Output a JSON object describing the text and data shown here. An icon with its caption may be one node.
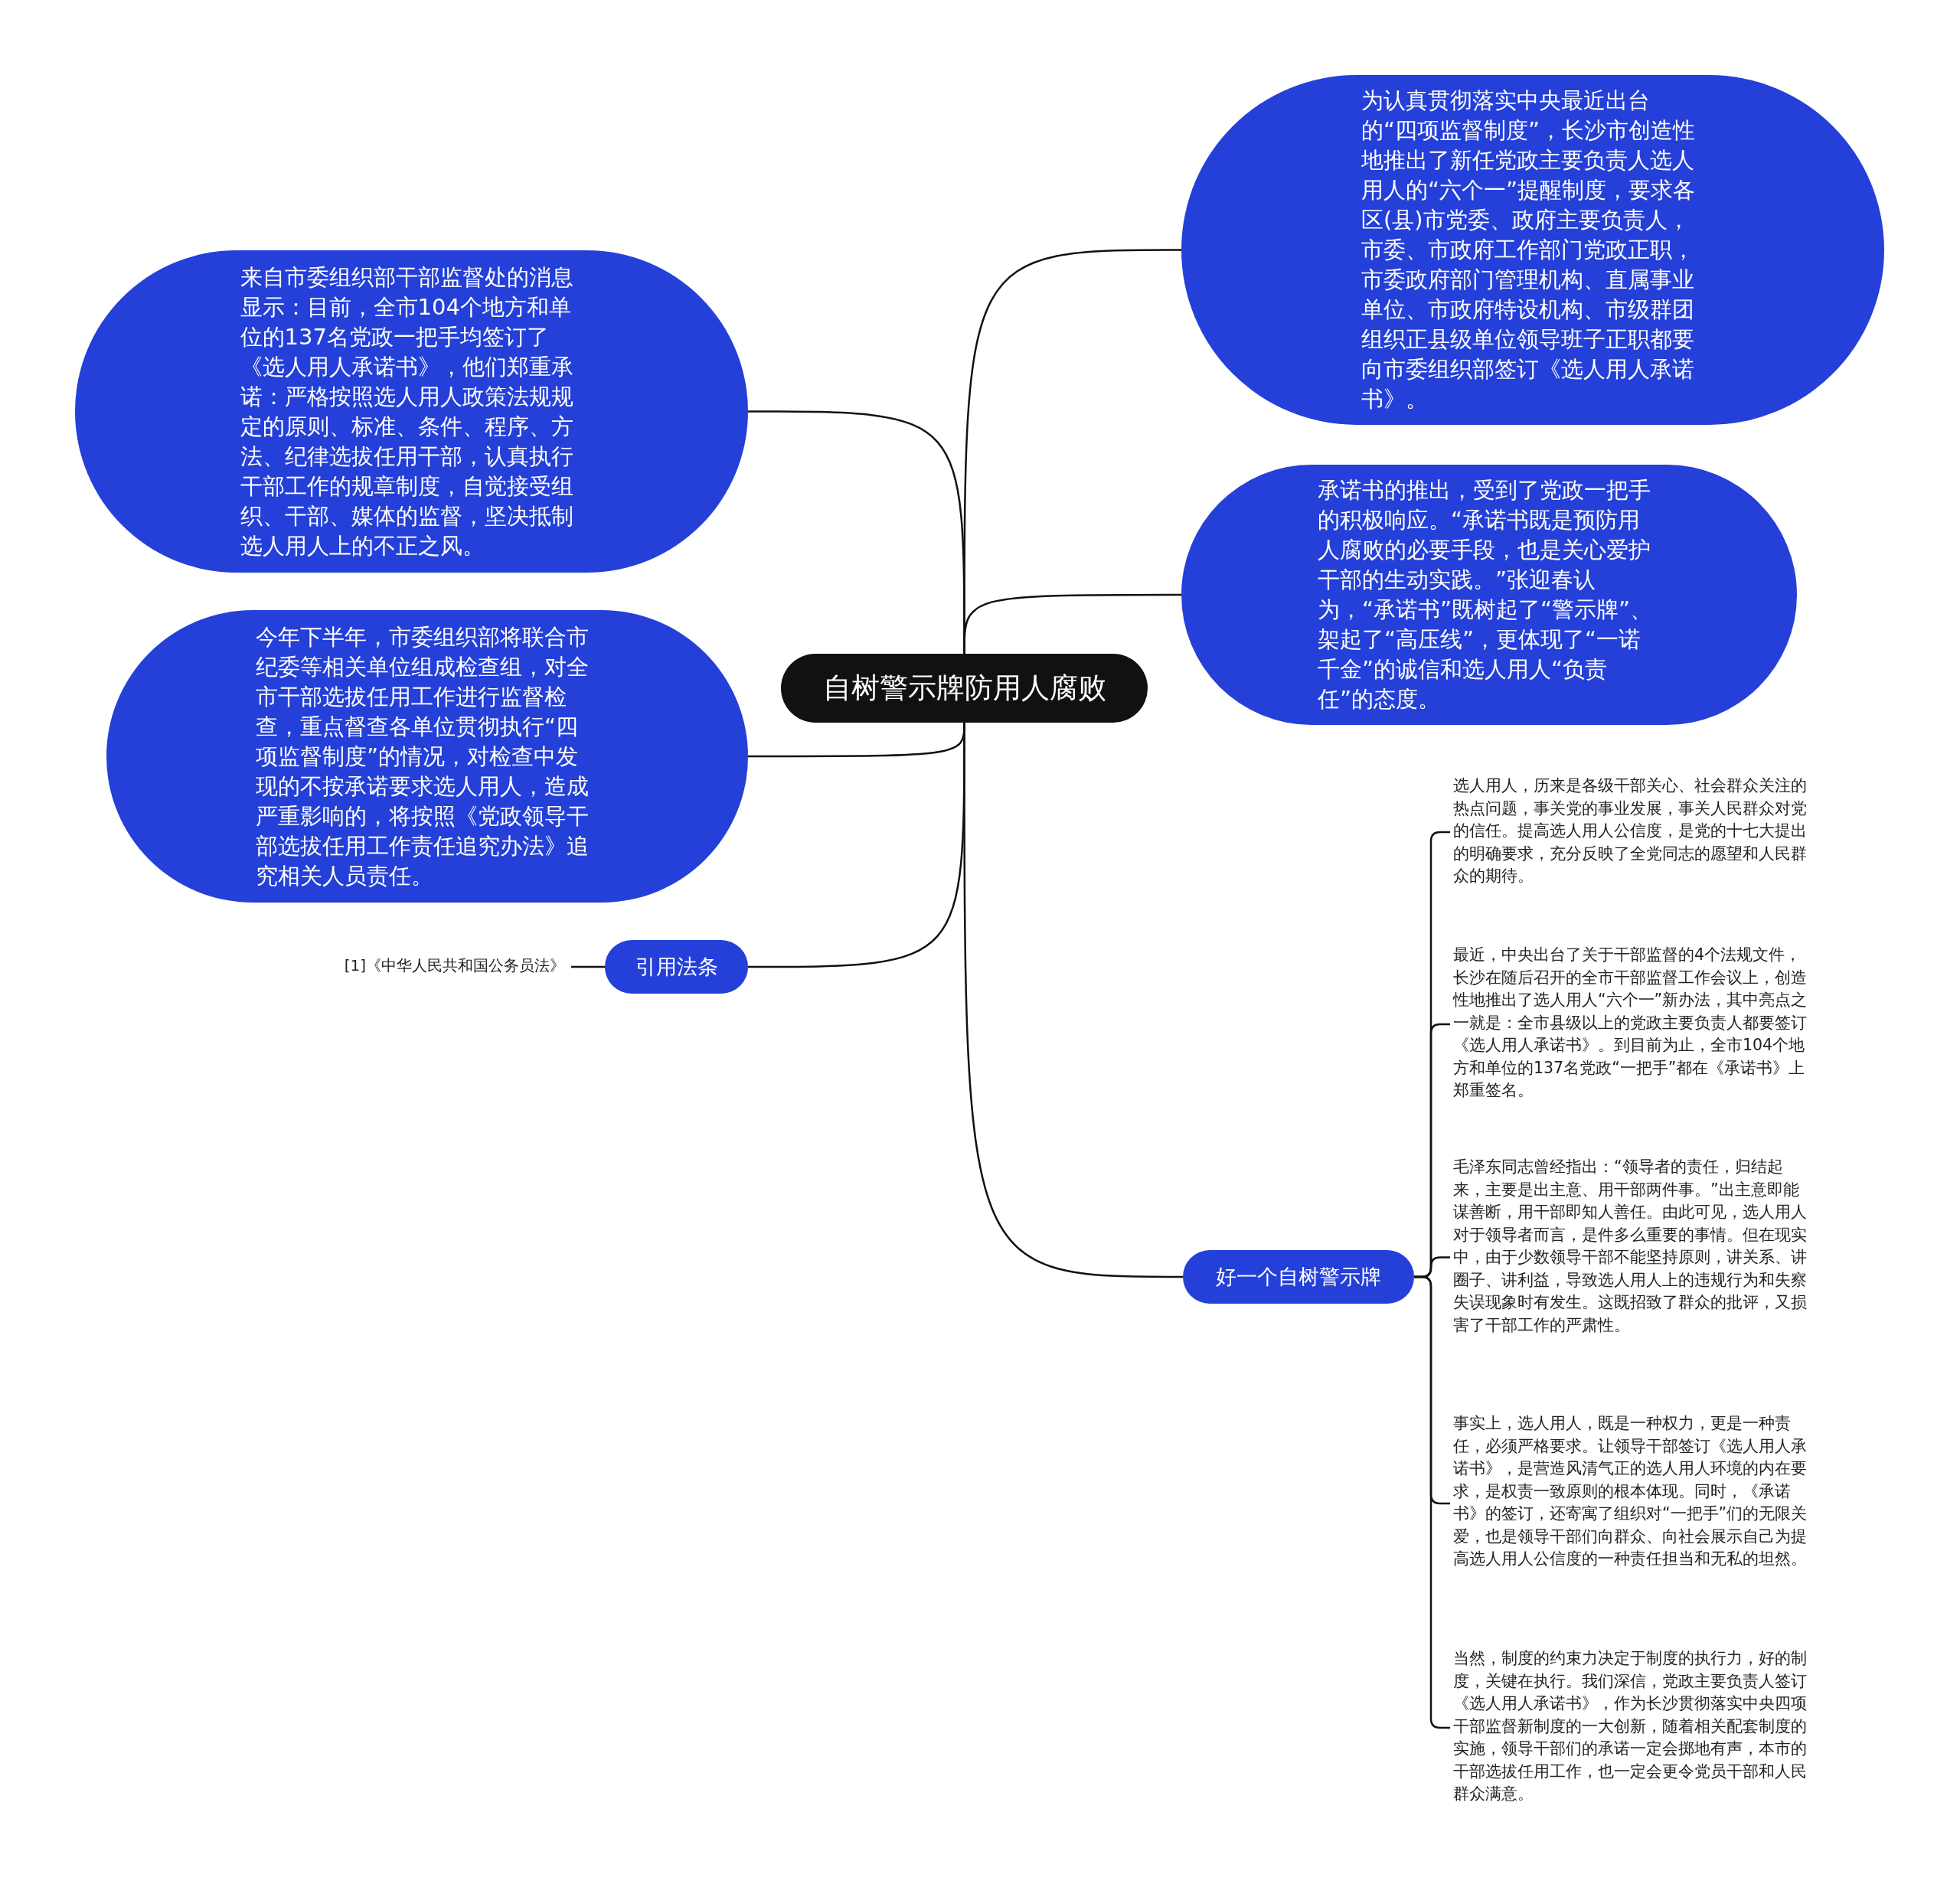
{
  "diagram": {
    "nodes": [
      {
        "text": [
          "自树警示牌防用人腐败"
        ]
      },
      {
        "text": [
          "为认真贯彻落实中央最近出台的“四项监督制度”，长沙市创造性地推出了新任党政主要负责人选人用人的“六个一”提醒制度，要求各区(县)市党委、政府主要负责人，市委、市政府工作部门党政正职，市委政府部门管理机构、直属事业单位、市政府特设机构、市级群团组织正县级单位领导班子正职都要向市委组织部签订《选人用人承诺书》。"
        ]
      },
      {
        "text": [
          "承诺书的推出，受到了党政一把手的积极响应。“承诺书既是预防用人腐败的必要手段，也是关心爱护干部的生动实践。”张迎春认为，“承诺书”既树起了“警示牌”、架起了“高压线”，更体现了“一诺千金”的诚信和选人用人“负责任”的态度。"
        ]
      },
      {
        "text": [
          "来自市委组织部干部监督处的消息显示：目前，全市104个地方和单位的137名党政一把手均签订了《选人用人承诺书》，他们郑重承诺：严格按照选人用人政策法规规定的原则、标准、条件、程序、方法、纪律选拔任用干部，认真执行干部工作的规章制度，自觉接受组织、干部、媒体的监督，坚决抵制选人用人上的不正之风。"
        ]
      },
      {
        "text": [
          "今年下半年，市委组织部将联合市纪委等相关单位组成检查组，对全市干部选拔任用工作进行监督检查，重点督查各单位贯彻执行“四项监督制度”的情况，对检查中发现的不按承诺要求选人用人，造成严重影响的，将按照《党政领导干部选拔任用工作责任追究办法》追究相关人员责任。"
        ]
      },
      {
        "text": [
          "引用法条"
        ]
      },
      {
        "text": [
          "[1]《中华人民共和国公务员法》"
        ]
      },
      {
        "text": [
          "好一个自树警示牌"
        ]
      },
      {
        "text": [
          "选人用人，历来是各级干部关心、社会群众关注的热点问题，事关党的事业发展，事关人民群众对党的信任。提高选人用人公信度，是党的十七大提出的明确要求，充分反映了全党同志的愿望和人民群众的期待。"
        ]
      },
      {
        "text": [
          "最近，中央出台了关于干部监督的4个法规文件，长沙在随后召开的全市干部监督工作会议上，创造性地推出了选人用人“六个一”新办法，其中亮点之一就是：全市县级以上的党政主要负责人都要签订《选人用人承诺书》。到目前为止，全市104个地方和单位的137名党政“一把手”都在《承诺书》上郑重签名。"
        ]
      },
      {
        "text": [
          "毛泽东同志曾经指出：“领导者的责任，归结起来，主要是出主意、用干部两件事。”出主意即能谋善断，用干部即知人善任。由此可见，选人用人对于领导者而言，是件多么重要的事情。但在现实中，由于少数领导干部不能坚持原则，讲关系、讲圈子、讲利益，导致选人用人上的违规行为和失察失误现象时有发生。这既招致了群众的批评，又损害了干部工作的严肃性。"
        ]
      },
      {
        "text": [
          "事实上，选人用人，既是一种权力，更是一种责任，必须严格要求。让领导干部签订《选人用人承诺书》，是营造风清气正的选人用人环境的内在要求，是权责一致原则的根本体现。同时，《承诺书》的签订，还寄寓了组织对“一把手”们的无限关爱，也是领导干部们向群众、向社会展示自己为提高选人用人公信度的一种责任担当和无私的坦然。"
        ]
      },
      {
        "text": [
          "当然，制度的约束力决定于制度的执行力，好的制度，关键在执行。我们深信，党政主要负责人签订《选人用人承诺书》，作为长沙贯彻落实中央四项干部监督新制度的一大创新，随着相关配套制度的实施，领导干部们的承诺一定会掷地有声，本市的干部选拔任用工作，也一定会更令党员干部和人民群众满意。"
        ]
      }
    ],
    "edges": [
      {
        "from": 0,
        "to": 1,
        "arrow": "none"
      },
      {
        "from": 0,
        "to": 2,
        "arrow": "none"
      },
      {
        "from": 0,
        "to": 3,
        "arrow": "none"
      },
      {
        "from": 0,
        "to": 4,
        "arrow": "none"
      },
      {
        "from": 0,
        "to": 5,
        "arrow": "none"
      },
      {
        "from": 5,
        "to": 6,
        "arrow": "none"
      },
      {
        "from": 0,
        "to": 7,
        "arrow": "none"
      },
      {
        "from": 7,
        "to": 8,
        "arrow": "none"
      },
      {
        "from": 7,
        "to": 9,
        "arrow": "none"
      },
      {
        "from": 7,
        "to": 10,
        "arrow": "none"
      },
      {
        "from": 7,
        "to": 11,
        "arrow": "none"
      },
      {
        "from": 7,
        "to": 12,
        "arrow": "none"
      }
    ]
  }
}
